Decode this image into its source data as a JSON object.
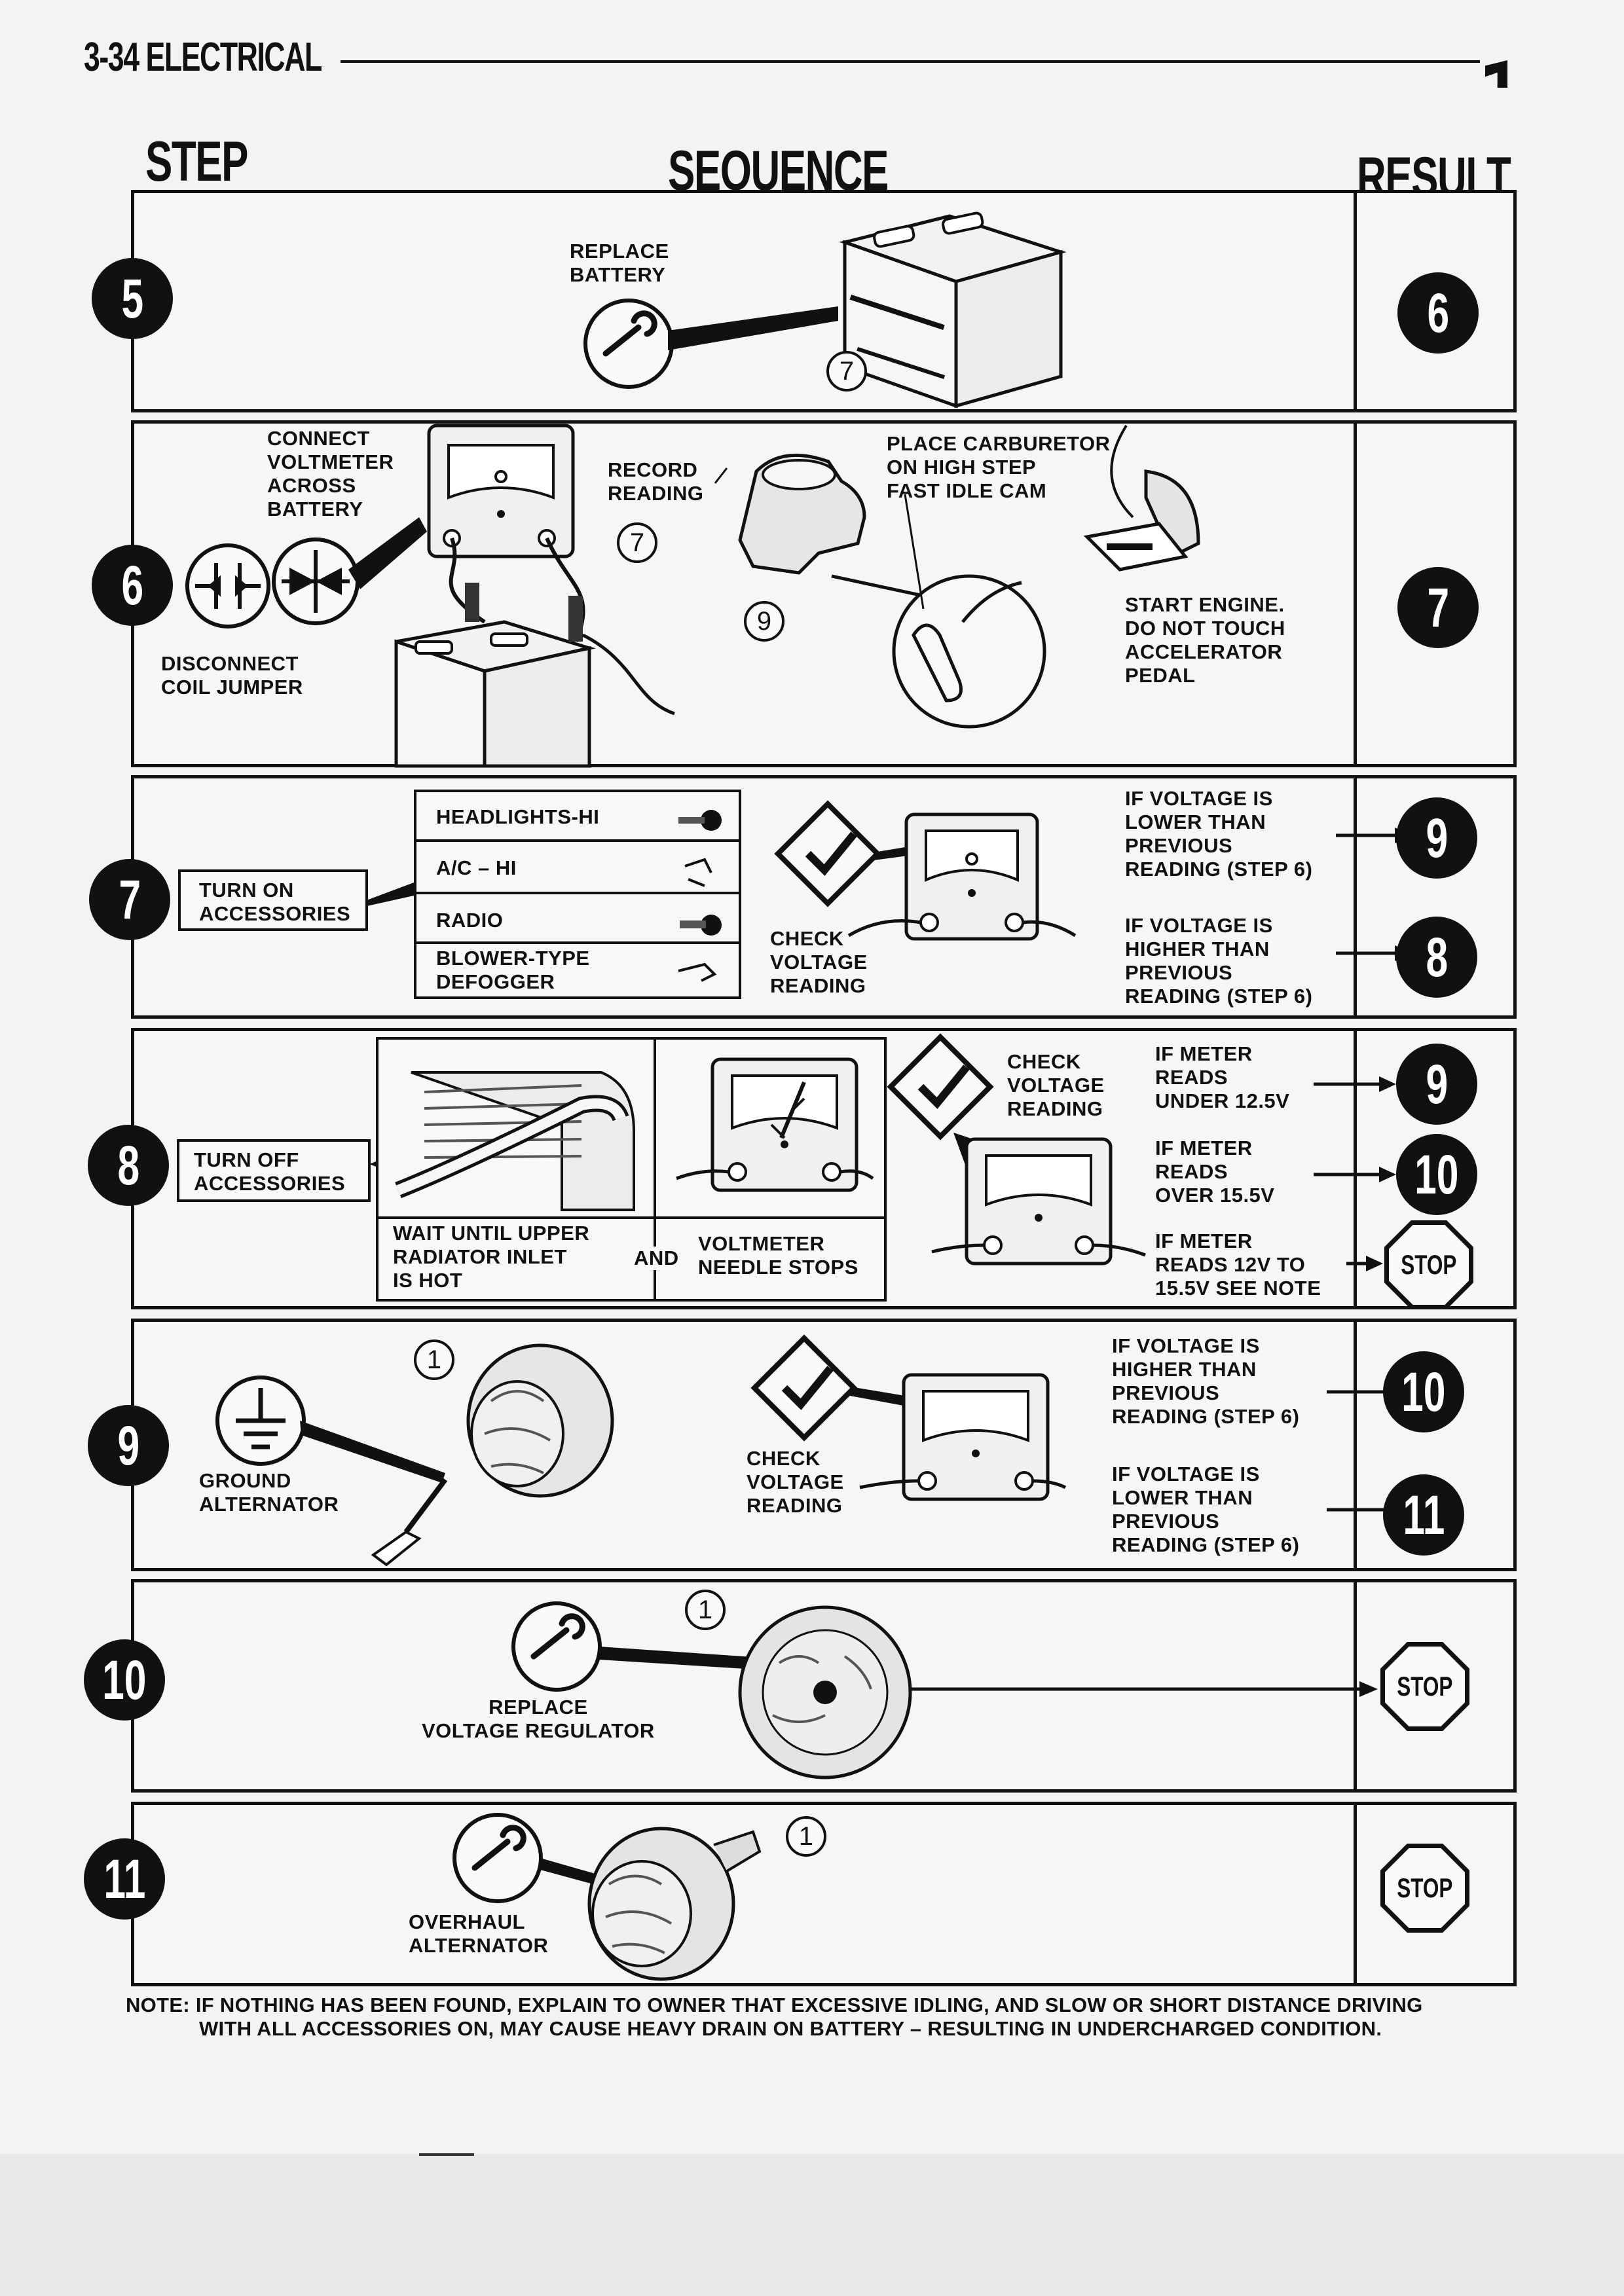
{
  "header": {
    "title": "3-34 ELECTRICAL"
  },
  "columns": {
    "step": "STEP",
    "sequence": "SEQUENCE",
    "result": "RESULT"
  },
  "rows": [
    {
      "step": "5",
      "labels": {
        "replace_battery": "REPLACE\nBATTERY"
      },
      "callout": "7",
      "results": [
        "6"
      ]
    },
    {
      "step": "6",
      "labels": {
        "connect": "CONNECT\nVOLTMETER\nACROSS\nBATTERY",
        "record": "RECORD\nREADING",
        "carb": "PLACE CARBURETOR\nON HIGH STEP\nFAST IDLE CAM",
        "start": "START ENGINE.\nDO NOT TOUCH\nACCELERATOR\nPEDAL",
        "disconnect": "DISCONNECT\nCOIL JUMPER"
      },
      "callouts": [
        "7",
        "9"
      ],
      "results": [
        "7"
      ]
    },
    {
      "step": "7",
      "labels": {
        "turn_on": "TURN ON\nACCESSORIES",
        "accessories": [
          "HEADLIGHTS-HI",
          "A/C – HI",
          "RADIO",
          "BLOWER-TYPE\nDEFOGGER"
        ],
        "check": "CHECK\nVOLTAGE\nREADING",
        "lower": "IF VOLTAGE IS\nLOWER THAN\nPREVIOUS\nREADING (STEP 6)",
        "higher": "IF VOLTAGE IS\nHIGHER THAN\nPREVIOUS\nREADING (STEP 6)"
      },
      "results": [
        "9",
        "8"
      ]
    },
    {
      "step": "8",
      "labels": {
        "turn_off": "TURN OFF\nACCESSORIES",
        "wait": "WAIT UNTIL UPPER\nRADIATOR INLET\nIS HOT",
        "and": "AND",
        "needle": "VOLTMETER\nNEEDLE STOPS",
        "check": "CHECK\nVOLTAGE\nREADING",
        "under": "IF METER\nREADS\nUNDER 12.5V",
        "over": "IF METER\nREADS\nOVER 15.5V",
        "between": "IF METER\nREADS 12V TO\n15.5V SEE NOTE"
      },
      "results": [
        "9",
        "10",
        "STOP"
      ]
    },
    {
      "step": "9",
      "labels": {
        "ground": "GROUND\nALTERNATOR",
        "check": "CHECK\nVOLTAGE\nREADING",
        "higher": "IF VOLTAGE IS\nHIGHER THAN\nPREVIOUS\nREADING (STEP 6)",
        "lower": "IF VOLTAGE IS\nLOWER THAN\nPREVIOUS\nREADING (STEP 6)"
      },
      "callout": "1",
      "results": [
        "10",
        "11"
      ]
    },
    {
      "step": "10",
      "labels": {
        "replace_reg": "REPLACE\nVOLTAGE REGULATOR"
      },
      "callout": "1",
      "results": [
        "STOP"
      ]
    },
    {
      "step": "11",
      "labels": {
        "overhaul": "OVERHAUL\nALTERNATOR"
      },
      "callout": "1",
      "results": [
        "STOP"
      ]
    }
  ],
  "note": {
    "line1": "NOTE: IF NOTHING HAS BEEN FOUND, EXPLAIN TO OWNER THAT EXCESSIVE IDLING, AND SLOW OR SHORT DISTANCE DRIVING",
    "line2": "WITH ALL ACCESSORIES ON, MAY CAUSE  HEAVY DRAIN ON BATTERY – RESULTING IN UNDERCHARGED CONDITION."
  },
  "icons": [
    "wrench-icon",
    "ground-icon",
    "coil-jumper-icon",
    "voltmeter-icon",
    "check-diamond-icon",
    "stop-sign-icon",
    "battery-icon",
    "alternator-icon"
  ]
}
